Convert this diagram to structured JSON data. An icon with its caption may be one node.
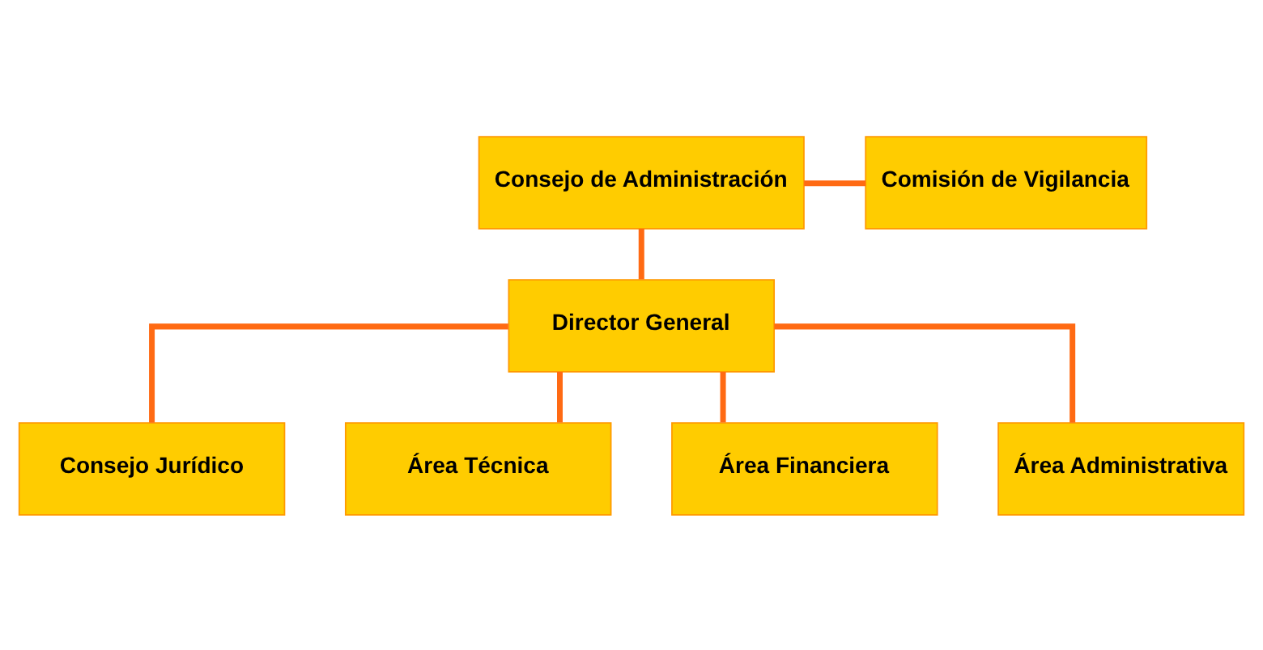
{
  "diagram": {
    "nodes": [
      {
        "text": [
          "Consejo de Administración"
        ]
      },
      {
        "text": [
          "Comisión de Vigilancia"
        ]
      },
      {
        "text": [
          "Director General"
        ]
      },
      {
        "text": [
          "Consejo Jurídico"
        ]
      },
      {
        "text": [
          "Área Técnica"
        ]
      },
      {
        "text": [
          "Área Financiera"
        ]
      },
      {
        "text": [
          "Área Administrativa"
        ]
      }
    ],
    "edges": [
      {
        "from": 0,
        "to": 1,
        "arrow": "none"
      },
      {
        "from": 0,
        "to": 2,
        "arrow": "none"
      },
      {
        "from": 2,
        "to": 3,
        "arrow": "none"
      },
      {
        "from": 2,
        "to": 4,
        "arrow": "none"
      },
      {
        "from": 2,
        "to": 5,
        "arrow": "none"
      },
      {
        "from": 2,
        "to": 6,
        "arrow": "none"
      }
    ]
  }
}
